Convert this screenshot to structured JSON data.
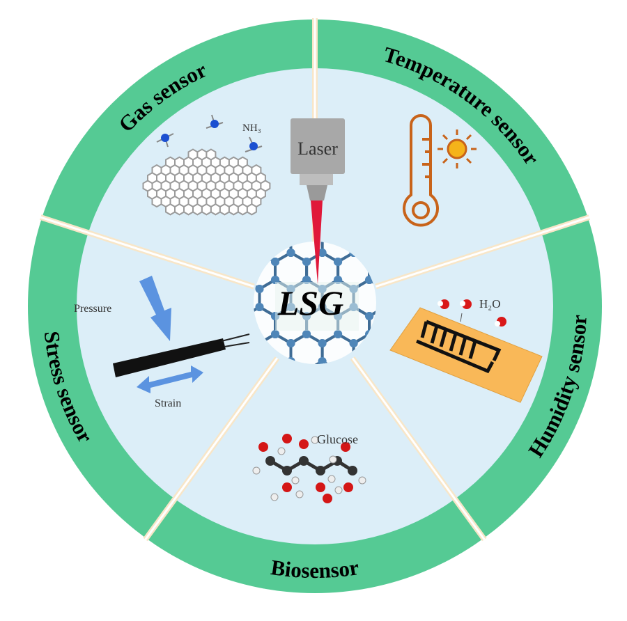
{
  "segments": [
    {
      "label": "Gas sensor"
    },
    {
      "label": "Temperature sensor"
    },
    {
      "label": "Humidity sensor"
    },
    {
      "label": "Biosensor"
    },
    {
      "label": "Stress sensor"
    }
  ],
  "center": {
    "label": "LSG",
    "laser_label": "Laser"
  },
  "annotations": {
    "gas": "NH₃",
    "humidity": "H₂O",
    "bio": "Glucose",
    "pressure": "Pressure",
    "strain": "Strain"
  },
  "colors": {
    "ring": "#55CA94",
    "inner": "#DCEEF8",
    "divider": "#F8E6C8",
    "beam": "#E0183A"
  }
}
